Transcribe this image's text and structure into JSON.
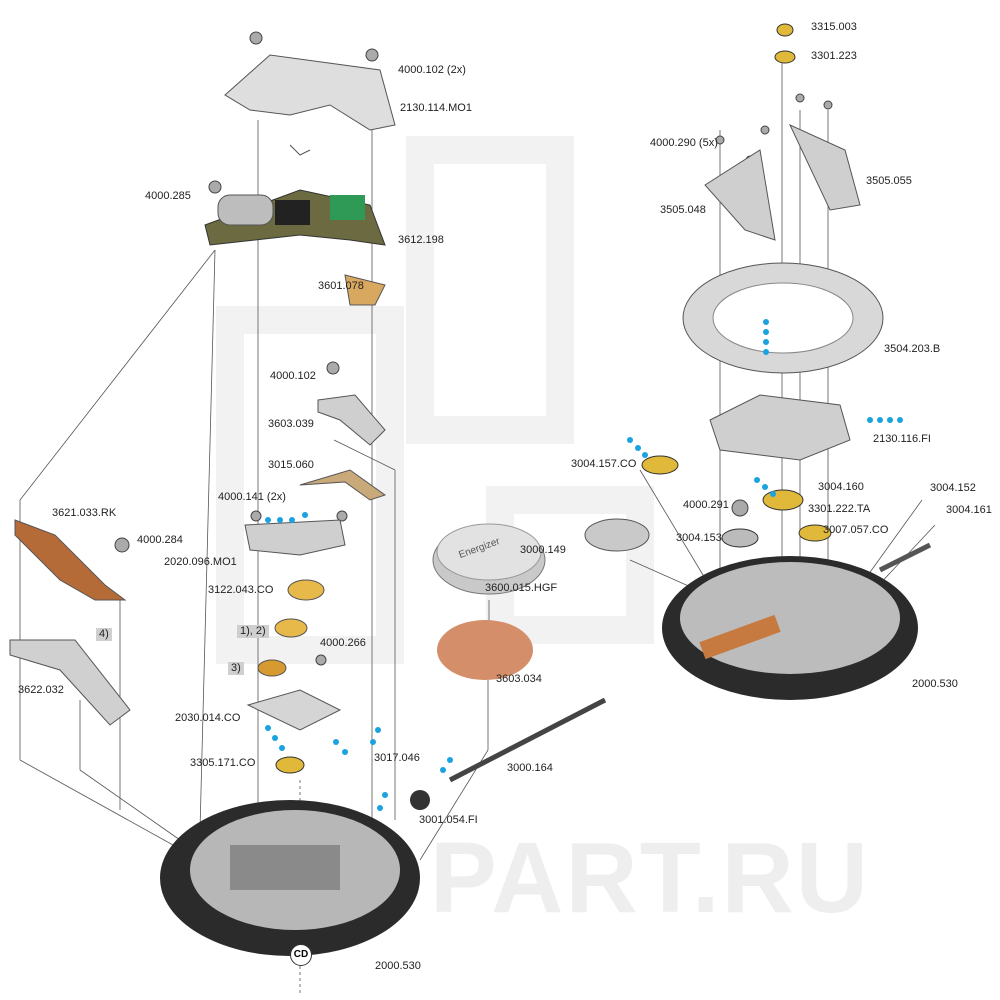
{
  "watermark": "PART.RU",
  "colors": {
    "accent_dots": "#1aa3e0",
    "brass": "#e0b83a",
    "copper": "#c8784a",
    "plate": "#c9c9c9",
    "mainplate": "#2b2b2b"
  },
  "left_labels": [
    {
      "id": "l1",
      "text": "4000.102 (2x)"
    },
    {
      "id": "l2",
      "text": "2130.114.MO1"
    },
    {
      "id": "l3",
      "text": "4000.285"
    },
    {
      "id": "l4",
      "text": "3612.198"
    },
    {
      "id": "l5",
      "text": "3601.078"
    },
    {
      "id": "l6",
      "text": "4000.102"
    },
    {
      "id": "l7",
      "text": "3603.039"
    },
    {
      "id": "l8",
      "text": "3015.060"
    },
    {
      "id": "l9",
      "text": "4000.141 (2x)"
    },
    {
      "id": "l10",
      "text": "3621.033.RK"
    },
    {
      "id": "l11",
      "text": "4000.284"
    },
    {
      "id": "l12",
      "text": "2020.096.MO1"
    },
    {
      "id": "l13",
      "text": "3122.043.CO"
    },
    {
      "id": "l14",
      "text": "1), 2)"
    },
    {
      "id": "l15",
      "text": "4000.266"
    },
    {
      "id": "l16",
      "text": "3)"
    },
    {
      "id": "l17",
      "text": "4)"
    },
    {
      "id": "l18",
      "text": "3622.032"
    },
    {
      "id": "l19",
      "text": "2030.014.CO"
    },
    {
      "id": "l20",
      "text": "3305.171.CO"
    },
    {
      "id": "l21",
      "text": "3017.046"
    },
    {
      "id": "l22",
      "text": "3000.164"
    },
    {
      "id": "l23",
      "text": "3001.054.FI"
    },
    {
      "id": "l24",
      "text": "2000.530"
    },
    {
      "id": "l25",
      "text": "3600.015.HGF"
    },
    {
      "id": "l26",
      "text": "3603.034"
    },
    {
      "id": "l27",
      "text": "CD"
    }
  ],
  "right_labels": [
    {
      "id": "r1",
      "text": "3315.003"
    },
    {
      "id": "r2",
      "text": "3301.223"
    },
    {
      "id": "r3",
      "text": "4000.290 (5x)"
    },
    {
      "id": "r4",
      "text": "3505.055"
    },
    {
      "id": "r5",
      "text": "3505.048"
    },
    {
      "id": "r6",
      "text": "3504.203.B"
    },
    {
      "id": "r7",
      "text": "2130.116.FI"
    },
    {
      "id": "r8",
      "text": "3004.157.CO"
    },
    {
      "id": "r9",
      "text": "3004.160"
    },
    {
      "id": "r10",
      "text": "3004.152"
    },
    {
      "id": "r11",
      "text": "4000.291"
    },
    {
      "id": "r12",
      "text": "3301.222.TA"
    },
    {
      "id": "r13",
      "text": "3004.161"
    },
    {
      "id": "r14",
      "text": "3004.153"
    },
    {
      "id": "r15",
      "text": "3007.057.CO"
    },
    {
      "id": "r16",
      "text": "3000.149"
    },
    {
      "id": "r17",
      "text": "2000.530"
    }
  ],
  "battery_brand": "Energizer"
}
